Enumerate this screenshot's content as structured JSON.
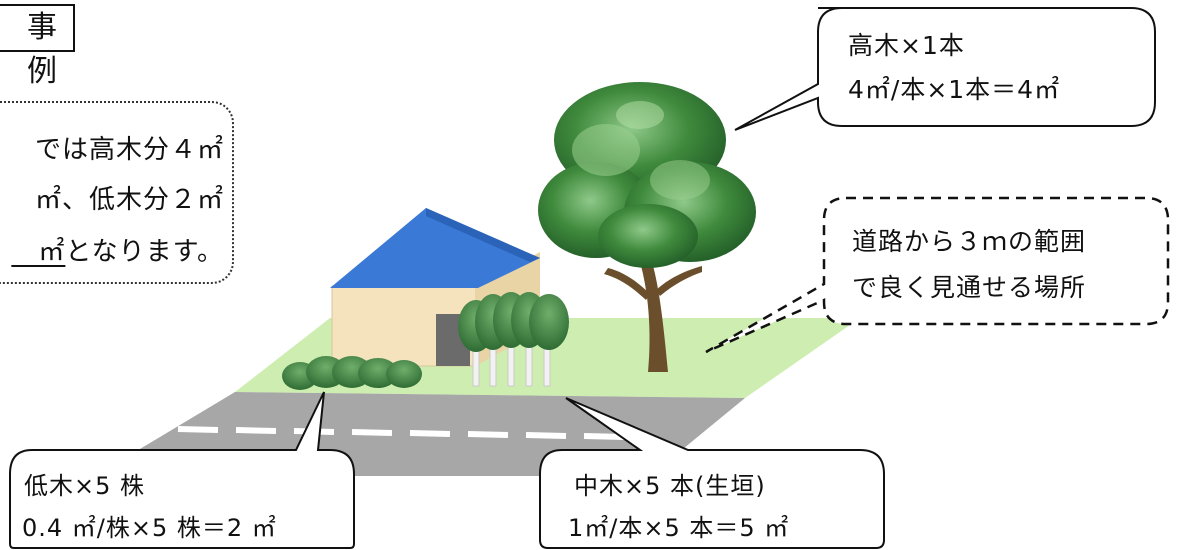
{
  "title": "事 例",
  "note": {
    "line1": "では高木分４㎡",
    "line2": "㎡、低木分２㎡",
    "line3_underlined": "　㎡",
    "line3_rest": "となります。"
  },
  "callout_tall_tree": {
    "line1": "高木×1本",
    "line2": "4㎡/本×1本＝4㎡"
  },
  "callout_visibility": {
    "line1": "道路から３ｍの範囲",
    "line2": "で良く見通せる場所"
  },
  "callout_low_tree": {
    "line1": "低木×5 株",
    "line2": "0.4 ㎡/株×5 株＝2 ㎡"
  },
  "callout_mid_tree": {
    "line1": "中木×5 本(生垣)",
    "line2": "1㎡/本×5 本＝5 ㎡"
  },
  "colors": {
    "lawn": "#cdeeb0",
    "road": "#a7a7a7",
    "roof": "#3a7ad6",
    "wall": "#f4e3bd",
    "door": "#6b6b6b",
    "foliage": "#3f8a3c",
    "trunk": "#6b4f2d"
  }
}
